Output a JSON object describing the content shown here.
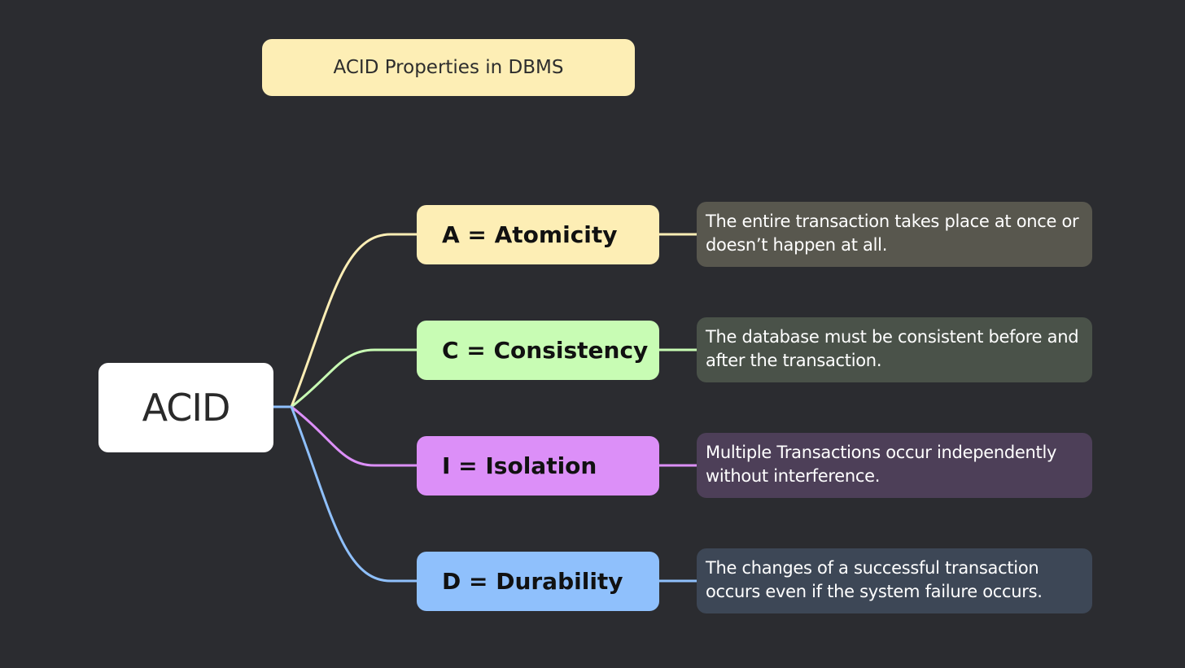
{
  "title": "ACID Properties in DBMS",
  "root": {
    "label": "ACID"
  },
  "properties": [
    {
      "label": "A = Atomicity",
      "description": "The entire transaction takes place at once or doesn’t happen at all.",
      "color": "#fdeeb5",
      "desc_bg": "#58574e"
    },
    {
      "label": "C = Consistency",
      "description": "The database must be consistent before and after the transaction.",
      "color": "#c8fcb4",
      "desc_bg": "#4a5249"
    },
    {
      "label": "I = Isolation",
      "description": "Multiple Transactions occur independently without interference.",
      "color": "#dc8ff8",
      "desc_bg": "#4d3f58"
    },
    {
      "label": "D = Durability",
      "description": "The changes of a successful transaction occurs even if the system failure occurs.",
      "color": "#8fc0fc",
      "desc_bg": "#3d4756"
    }
  ]
}
